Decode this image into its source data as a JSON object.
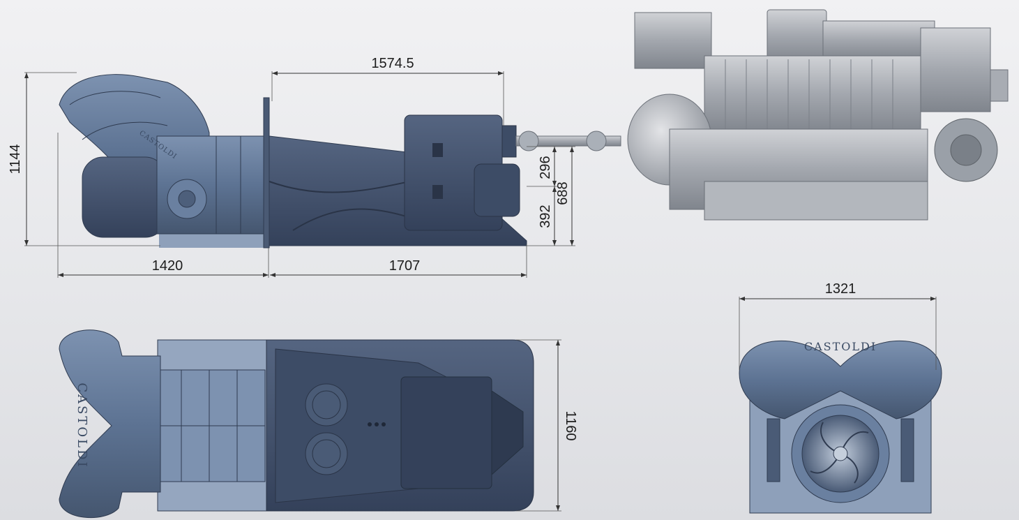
{
  "dimensions": {
    "side_overall_height": "1144",
    "side_jet_length": "1420",
    "side_gearbox_length": "1707",
    "side_shaft_length": "1574.5",
    "side_shaft_upper": "296",
    "side_shaft_lower": "392",
    "side_shaft_total": "688",
    "top_width": "1160",
    "rear_width": "1321"
  },
  "brand_marks": {
    "top_view_nozzle": "CASTOLDI",
    "rear_view_nozzle": "CASTOLDI",
    "side_view_nozzle": "CASTOLDI"
  },
  "colors": {
    "jet_blue": "#5d7393",
    "jet_dark": "#3c4b63",
    "engine_grey": "#a8acb3",
    "background": "#e6e7ea"
  }
}
